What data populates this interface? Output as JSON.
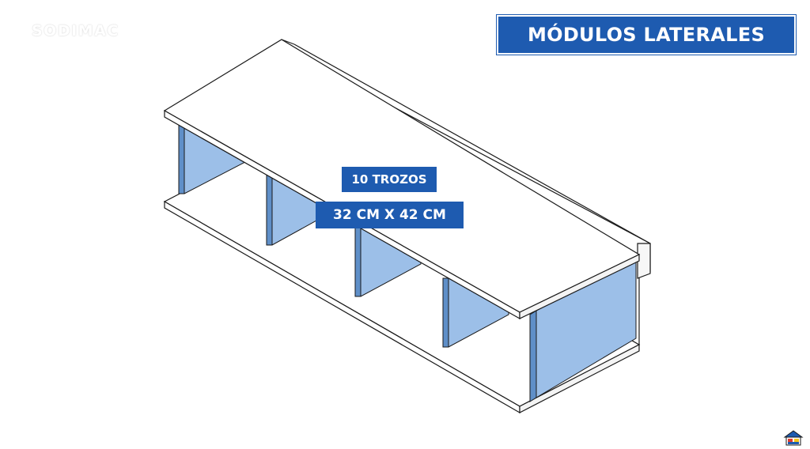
{
  "watermark": {
    "brand": "SODIMAC"
  },
  "title": {
    "text": "MÓDULOS LATERALES"
  },
  "annotation": {
    "pieces": "10 TROZOS",
    "dimensions": "32 CM X 42 CM"
  },
  "icons": {
    "corner_logo": "house-logo-icon"
  },
  "colors": {
    "banner_blue": "#1e5bb0",
    "panel_blue": "#9cbfe8",
    "panel_edge": "#5f8fc8",
    "board_white": "#ffffff",
    "line": "#1a1a1a"
  }
}
